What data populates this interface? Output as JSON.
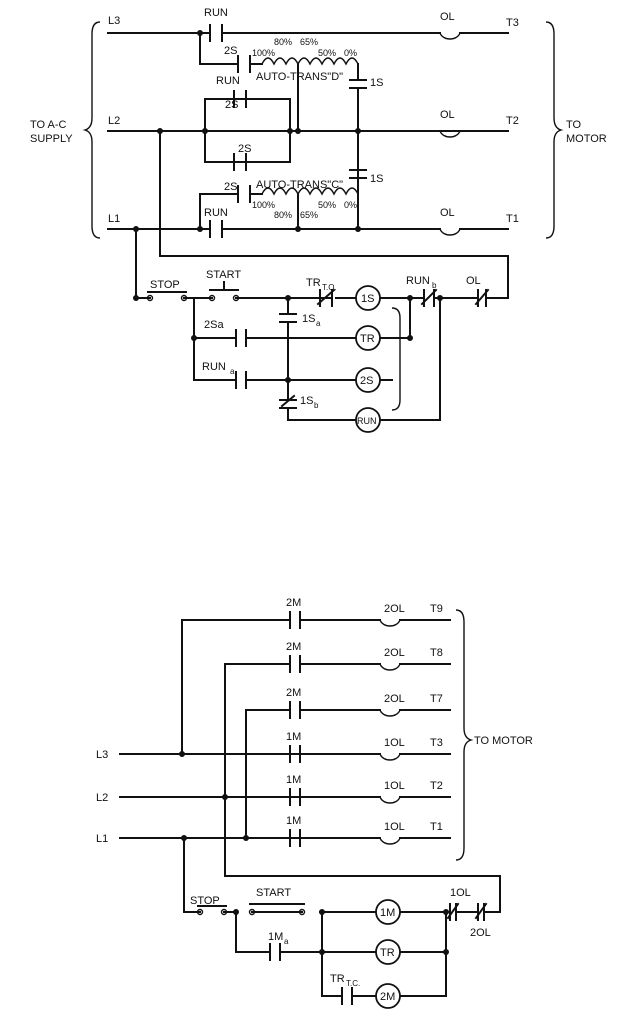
{
  "top": {
    "lines": {
      "l3": "L3",
      "l2": "L2",
      "l1": "L1"
    },
    "terminals": {
      "t3": "T3",
      "t2": "T2",
      "t1": "T1"
    },
    "supply": {
      "line1": "TO A-C",
      "line2": "SUPPLY"
    },
    "motor": {
      "line1": "TO",
      "line2": "MOTOR"
    },
    "contacts": {
      "run_l3": "RUN",
      "s2_a": "2S",
      "run_mid": "RUN",
      "s2_b": "2S",
      "s2_c": "2S",
      "s2_d": "2S",
      "run_l1": "RUN"
    },
    "ol": {
      "ol3": "OL",
      "ol2": "OL",
      "ol1": "OL"
    },
    "auto_d": {
      "label": "AUTO-TRANS\"D\"",
      "p100": "100%",
      "p80": "80%",
      "p65": "65%",
      "p50": "50%",
      "p0": "0%",
      "s1": "1S"
    },
    "auto_c": {
      "label": "AUTO-TRANS\"C\"",
      "p100": "100%",
      "p80": "80%",
      "p65": "65%",
      "p50": "50%",
      "p0": "0%",
      "s1": "1S"
    },
    "control": {
      "stop": "STOP",
      "start": "START",
      "tr_to": "TR",
      "tr_to_sub": "T.O.",
      "s1_coil": "1S",
      "run_b": "RUN",
      "run_b_sub": "b",
      "ol": "OL",
      "s2a": "2Sa",
      "s1a": "1S",
      "s1a_sub": "a",
      "tr_coil": "TR",
      "run_a": "RUN",
      "run_a_sub": "a",
      "s2_coil": "2S",
      "s1b": "1S",
      "s1b_sub": "b",
      "run_coil": "RUN"
    }
  },
  "bottom": {
    "lines": {
      "l3": "L3",
      "l2": "L2",
      "l1": "L1"
    },
    "rows": [
      {
        "contact": "2M",
        "ol": "2OL",
        "terminal": "T9"
      },
      {
        "contact": "2M",
        "ol": "2OL",
        "terminal": "T8"
      },
      {
        "contact": "2M",
        "ol": "2OL",
        "terminal": "T7"
      },
      {
        "contact": "1M",
        "ol": "1OL",
        "terminal": "T3"
      },
      {
        "contact": "1M",
        "ol": "1OL",
        "terminal": "T2"
      },
      {
        "contact": "1M",
        "ol": "1OL",
        "terminal": "T1"
      }
    ],
    "to_motor": "TO MOTOR",
    "control": {
      "stop": "STOP",
      "start": "START",
      "m1_coil": "1M",
      "ol1": "1OL",
      "ol2": "2OL",
      "m1a": "1M",
      "m1a_sub": "a",
      "tr_coil": "TR",
      "tr_tc": "TR",
      "tr_tc_sub": "T.C.",
      "m2_coil": "2M"
    }
  }
}
